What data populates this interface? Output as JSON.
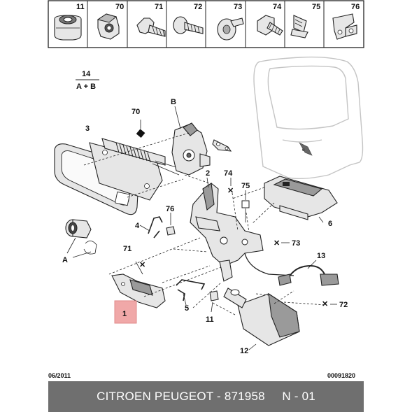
{
  "header_parts": [
    {
      "number": "11",
      "icon": "clip-nut-icon"
    },
    {
      "number": "70",
      "icon": "hex-nut-icon"
    },
    {
      "number": "71",
      "icon": "bolt-icon"
    },
    {
      "number": "72",
      "icon": "screw-icon"
    },
    {
      "number": "73",
      "icon": "rivet-icon"
    },
    {
      "number": "74",
      "icon": "self-tapping-screw-icon"
    },
    {
      "number": "75",
      "icon": "push-clip-icon"
    },
    {
      "number": "76",
      "icon": "bracket-clip-icon"
    }
  ],
  "diagram": {
    "ref_14": "14",
    "ref_ab": "A + B",
    "labels": {
      "l70": "70",
      "lB": "B",
      "l3": "3",
      "l2": "2",
      "l74": "74",
      "l75": "75",
      "l6": "6",
      "l76": "76",
      "l4": "4",
      "l73": "73",
      "l71": "71",
      "l13": "13",
      "lA": "A",
      "l1": "1",
      "l5": "5",
      "l11": "11",
      "l72": "72",
      "l12": "12"
    },
    "highlight_color": "#f0a8a8"
  },
  "meta": {
    "date": "06/2011",
    "doc_number": "00091820"
  },
  "footer": {
    "text": "CITROEN PEUGEOT - 871958     N - 01"
  }
}
